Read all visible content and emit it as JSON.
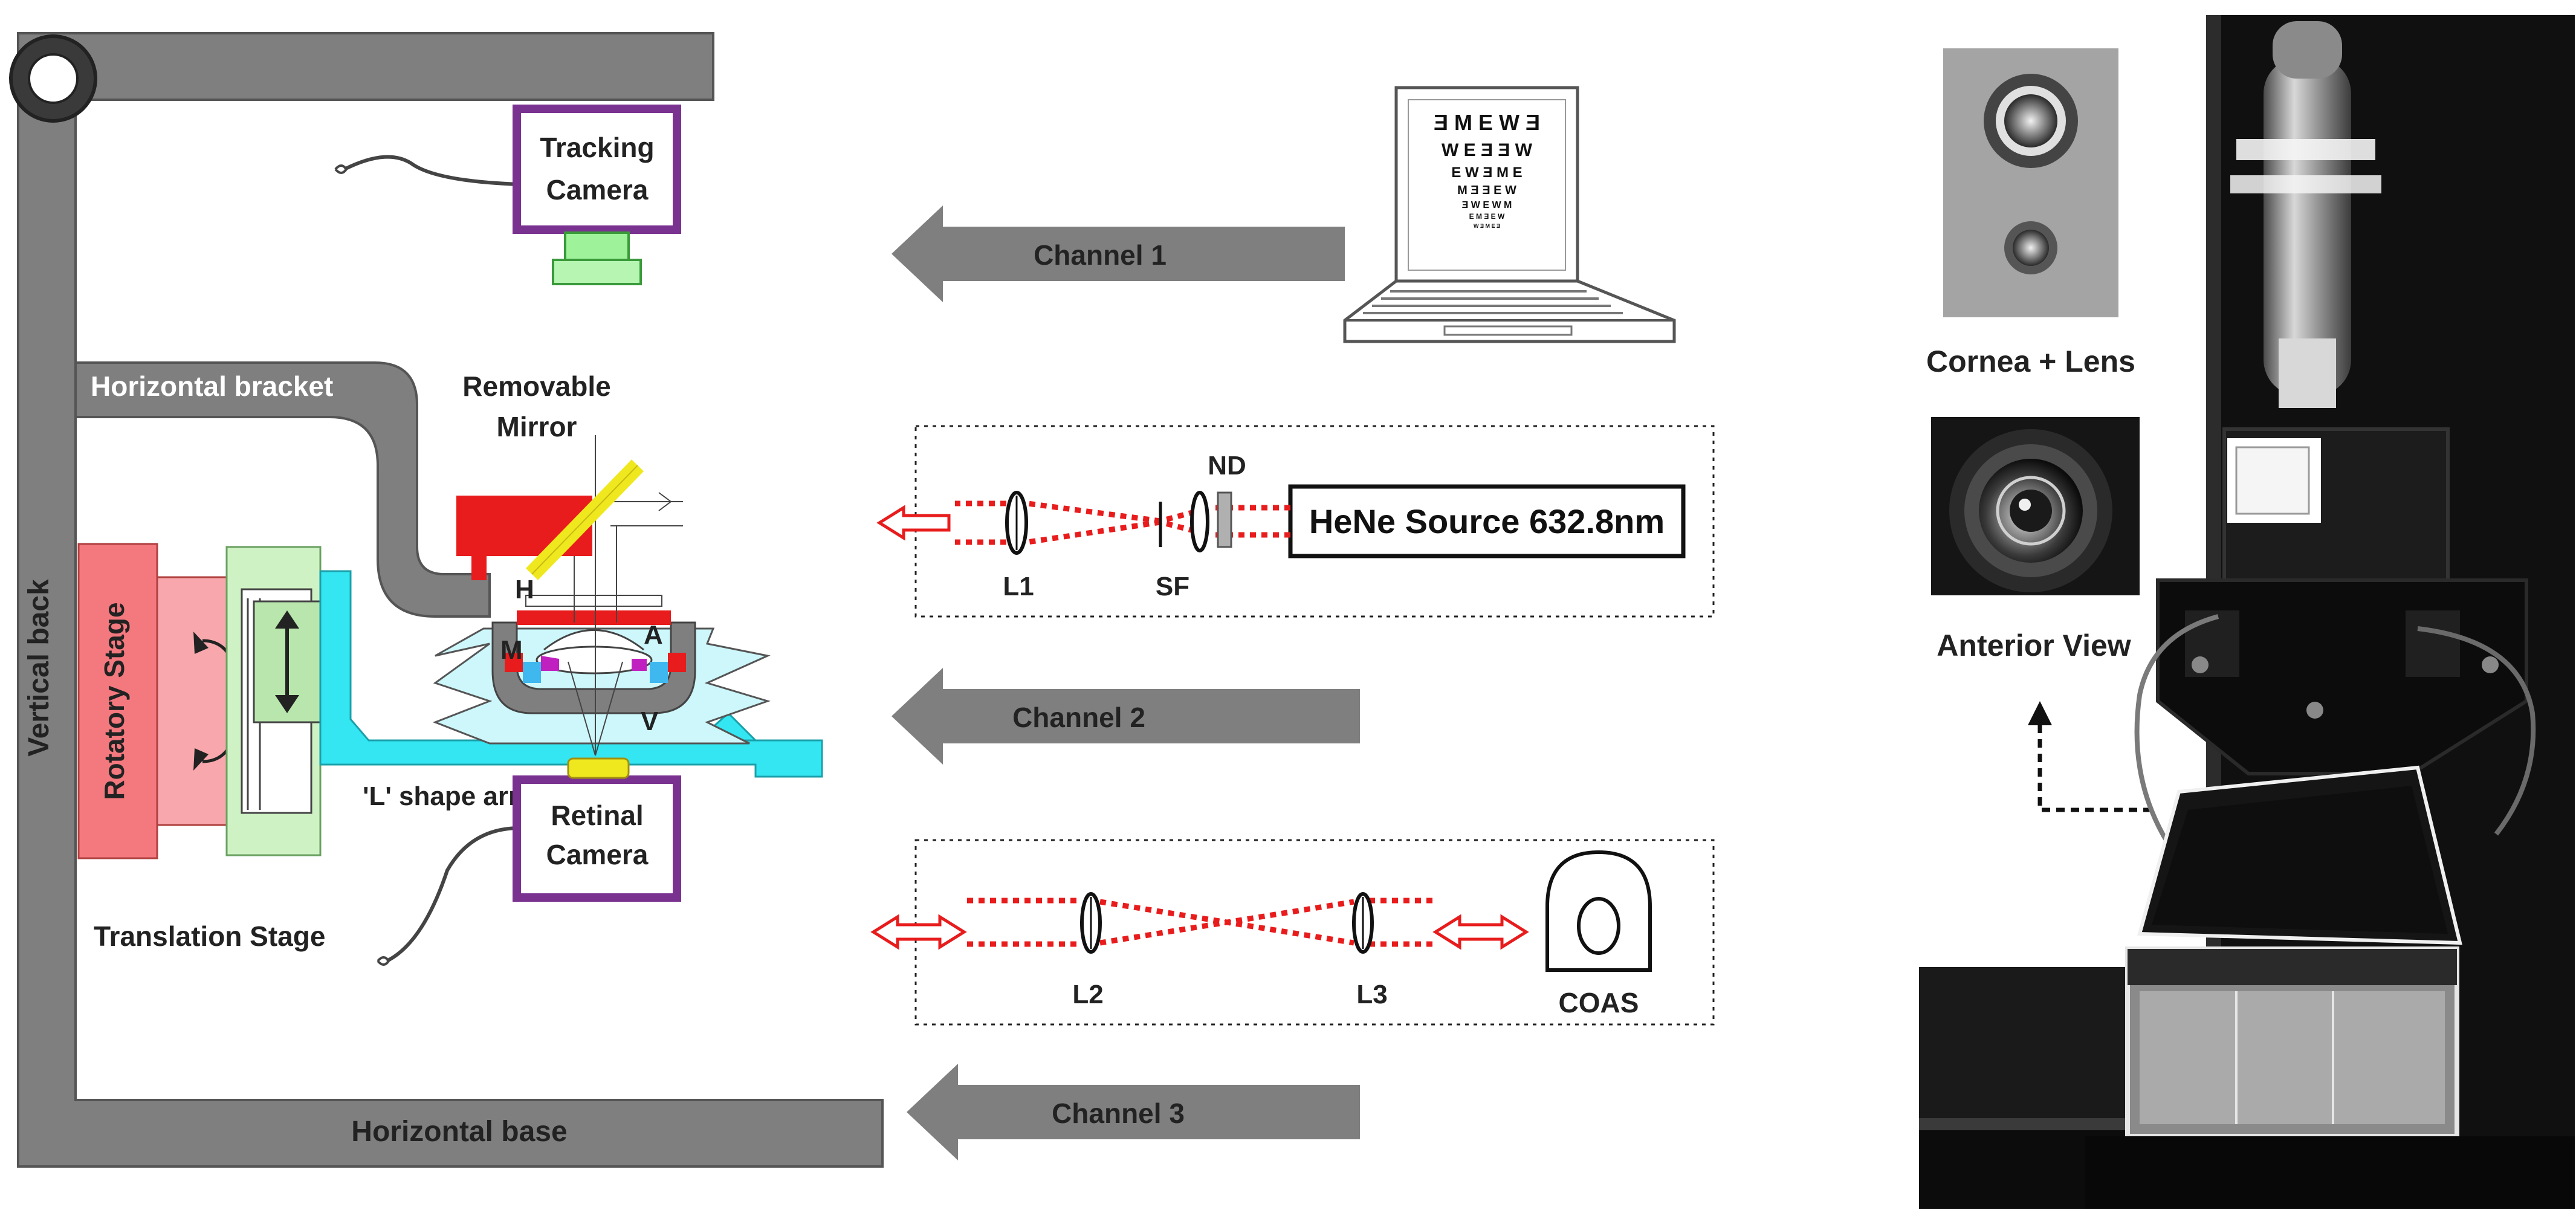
{
  "frame": {
    "vertical_back": "Vertical back",
    "horizontal_base": "Horizontal base",
    "horizontal_bracket": "Horizontal bracket"
  },
  "stages": {
    "rotatory": "Rotatory Stage",
    "translation": "Translation Stage",
    "arm": "'L' shape arm"
  },
  "cameras": {
    "tracking_line1": "Tracking",
    "tracking_line2": "Camera",
    "retinal_line1": "Retinal",
    "retinal_line2": "Camera"
  },
  "mirror": {
    "line1": "Removable",
    "line2": "Mirror"
  },
  "eye_labels": {
    "h": "H",
    "m": "M",
    "a": "A",
    "v": "V"
  },
  "channels": {
    "channel1": "Channel 1",
    "channel2": "Channel 2",
    "channel3": "Channel 3"
  },
  "laser_path": {
    "source": "HeNe Source 632.8nm",
    "nd": "ND",
    "sf": "SF",
    "l1": "L1"
  },
  "coas_path": {
    "l2": "L2",
    "l3": "L3",
    "coas": "COAS"
  },
  "photos": {
    "cornea_lens": "Cornea + Lens",
    "anterior_view": "Anterior View"
  },
  "eye_chart": {
    "rows": [
      "Ǝ M E W Ǝ",
      "W E Ǝ Ǝ W",
      "E W Ǝ M E",
      "M Ǝ Ǝ E W",
      "Ǝ W E W M",
      "E M Ǝ E W",
      "W Ǝ M E Ǝ"
    ]
  },
  "colors": {
    "frame": "#7f7f7f",
    "rotatory_stage": "#f4797f",
    "translation_stage": "#cff2c4",
    "arm": "#33e6f2",
    "camera_border": "#7a3290",
    "mirror_red": "#e81c1c",
    "mirror_yellow": "#f0e81e",
    "channel_arrow": "#7f7f7f",
    "laser": "#e81c1c"
  }
}
